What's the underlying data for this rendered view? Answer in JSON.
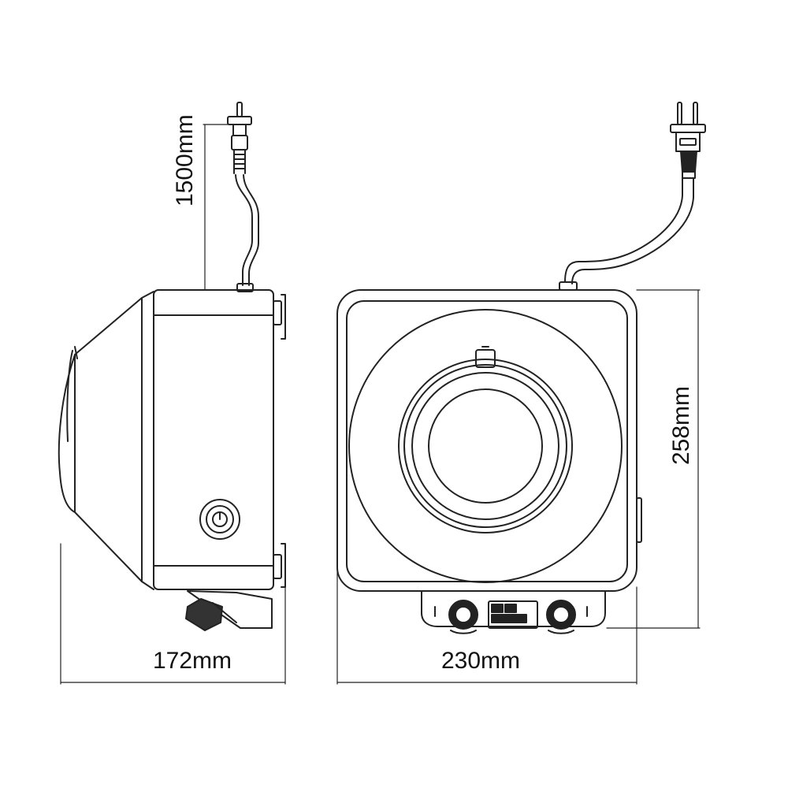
{
  "dimensions": {
    "width_side": "172mm",
    "width_front": "230mm",
    "height_front": "258mm",
    "cord_length": "1500mm"
  },
  "plug_text": "",
  "line_color": "#222222"
}
